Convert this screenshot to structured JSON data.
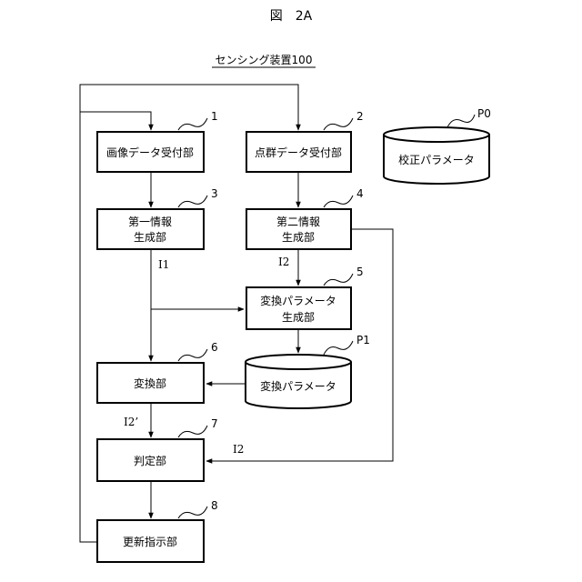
{
  "figure": {
    "title": "図　2A",
    "device_label": "センシング装置100"
  },
  "blocks": {
    "b1": {
      "label": "画像データ受付部",
      "ref": "1"
    },
    "b2": {
      "label": "点群データ受付部",
      "ref": "2"
    },
    "b3": {
      "line1": "第一情報",
      "line2": "生成部",
      "ref": "3"
    },
    "b4": {
      "line1": "第二情報",
      "line2": "生成部",
      "ref": "4"
    },
    "b5": {
      "line1": "変換パラメータ",
      "line2": "生成部",
      "ref": "5"
    },
    "b6": {
      "label": "変換部",
      "ref": "6"
    },
    "b7": {
      "label": "判定部",
      "ref": "7"
    },
    "b8": {
      "label": "更新指示部",
      "ref": "8"
    }
  },
  "databases": {
    "p0": {
      "label": "校正パラメータ",
      "ref": "P0"
    },
    "p1": {
      "label": "変換パラメータ",
      "ref": "P1"
    }
  },
  "signals": {
    "i1": "I1",
    "i2_top": "I2",
    "i2_prime": "I2’",
    "i2_right": "I2"
  }
}
